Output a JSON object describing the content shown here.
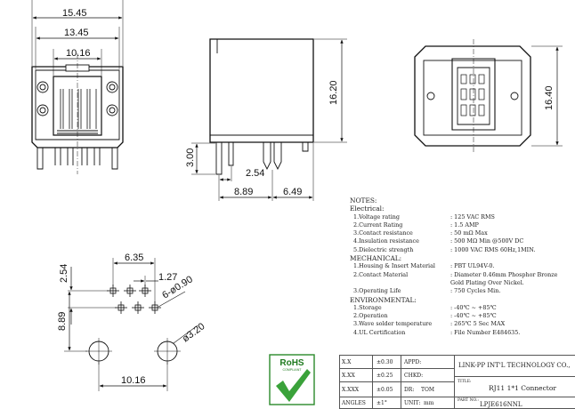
{
  "views": {
    "front": {
      "dims": {
        "overall_width": "15.45",
        "housing_width": "13.45",
        "opening_width": "10.16"
      }
    },
    "side": {
      "dims": {
        "height": "16.20",
        "pin_length": "3.00",
        "pin_pitch": "2.54",
        "pin_row_offset": "8.89",
        "rear_offset": "6.49"
      }
    },
    "rear": {
      "dims": {
        "height": "16.40"
      }
    },
    "footprint": {
      "dims": {
        "pitch_vertical": "2.54",
        "pitch_horizontal": "6.35",
        "pin_offset": "1.27",
        "pin_holes": "6-ø0.90",
        "post_hole": "ø3.20",
        "post_offset_vertical": "8.89",
        "post_spacing": "10.16"
      }
    }
  },
  "notes": {
    "title": "NOTES:",
    "sections": [
      {
        "heading": "Electrical:",
        "items": [
          {
            "label": "1.Voltage rating",
            "value": ": 125 VAC RMS"
          },
          {
            "label": "2.Current Rating",
            "value": ": 1.5 AMP"
          },
          {
            "label": "3.Contact resistance",
            "value": ": 50 mΩ Max"
          },
          {
            "label": "4.Insulation resistance",
            "value": ": 500 MΩ Min @500V DC"
          },
          {
            "label": "5.Dielectric strength",
            "value": ": 1000 VAC RMS 60Hz,1MIN."
          }
        ]
      },
      {
        "heading": "MECHANICAL:",
        "items": [
          {
            "label": "1.Housing & Insert Material",
            "value": ": PBT UL94V-0."
          },
          {
            "label": "2.Contact Material",
            "value": ": Diameter 0.46mm Phosphor Bronze"
          },
          {
            "label": "",
            "value": "  Gold Plating Over Nickel."
          },
          {
            "label": "3.Operating Life",
            "value": ": 750 Cycles Min."
          }
        ]
      },
      {
        "heading": "ENVIRONMENTAL:",
        "items": [
          {
            "label": "1.Storage",
            "value": ": -40℃ ~ +85℃"
          },
          {
            "label": "2.Operation",
            "value": ": -40℃ ~ +85℃"
          },
          {
            "label": "3.Wave solder temperature",
            "value": ": 265℃ 5 Sec MAX"
          },
          {
            "label": "4.UL Certification",
            "value": ": File Number E484635."
          }
        ]
      }
    ]
  },
  "rohs": {
    "label": "RoHS",
    "sublabel": "COMPLIANT"
  },
  "title_block": {
    "tol": [
      {
        "label": "X.X",
        "value": "±0.30"
      },
      {
        "label": "X.XX",
        "value": "±0.25"
      },
      {
        "label": "X.XXX",
        "value": "±0.05"
      },
      {
        "label": "ANGLES",
        "value": "±1°"
      }
    ],
    "fields": {
      "appd": "APPD:",
      "chkd": "CHKD:",
      "dr_label": "DR:",
      "dr_value": "TOM",
      "unit_label": "UNIT:",
      "unit_value": "mm"
    },
    "company": "LINK-PP INT'L TECHNOLOGY CO.,",
    "title_label": "TITLE:",
    "title_value": "RJ11 1*1  Connector",
    "part_label": "PART NO.:",
    "part_value": "LPJE616NNL"
  }
}
